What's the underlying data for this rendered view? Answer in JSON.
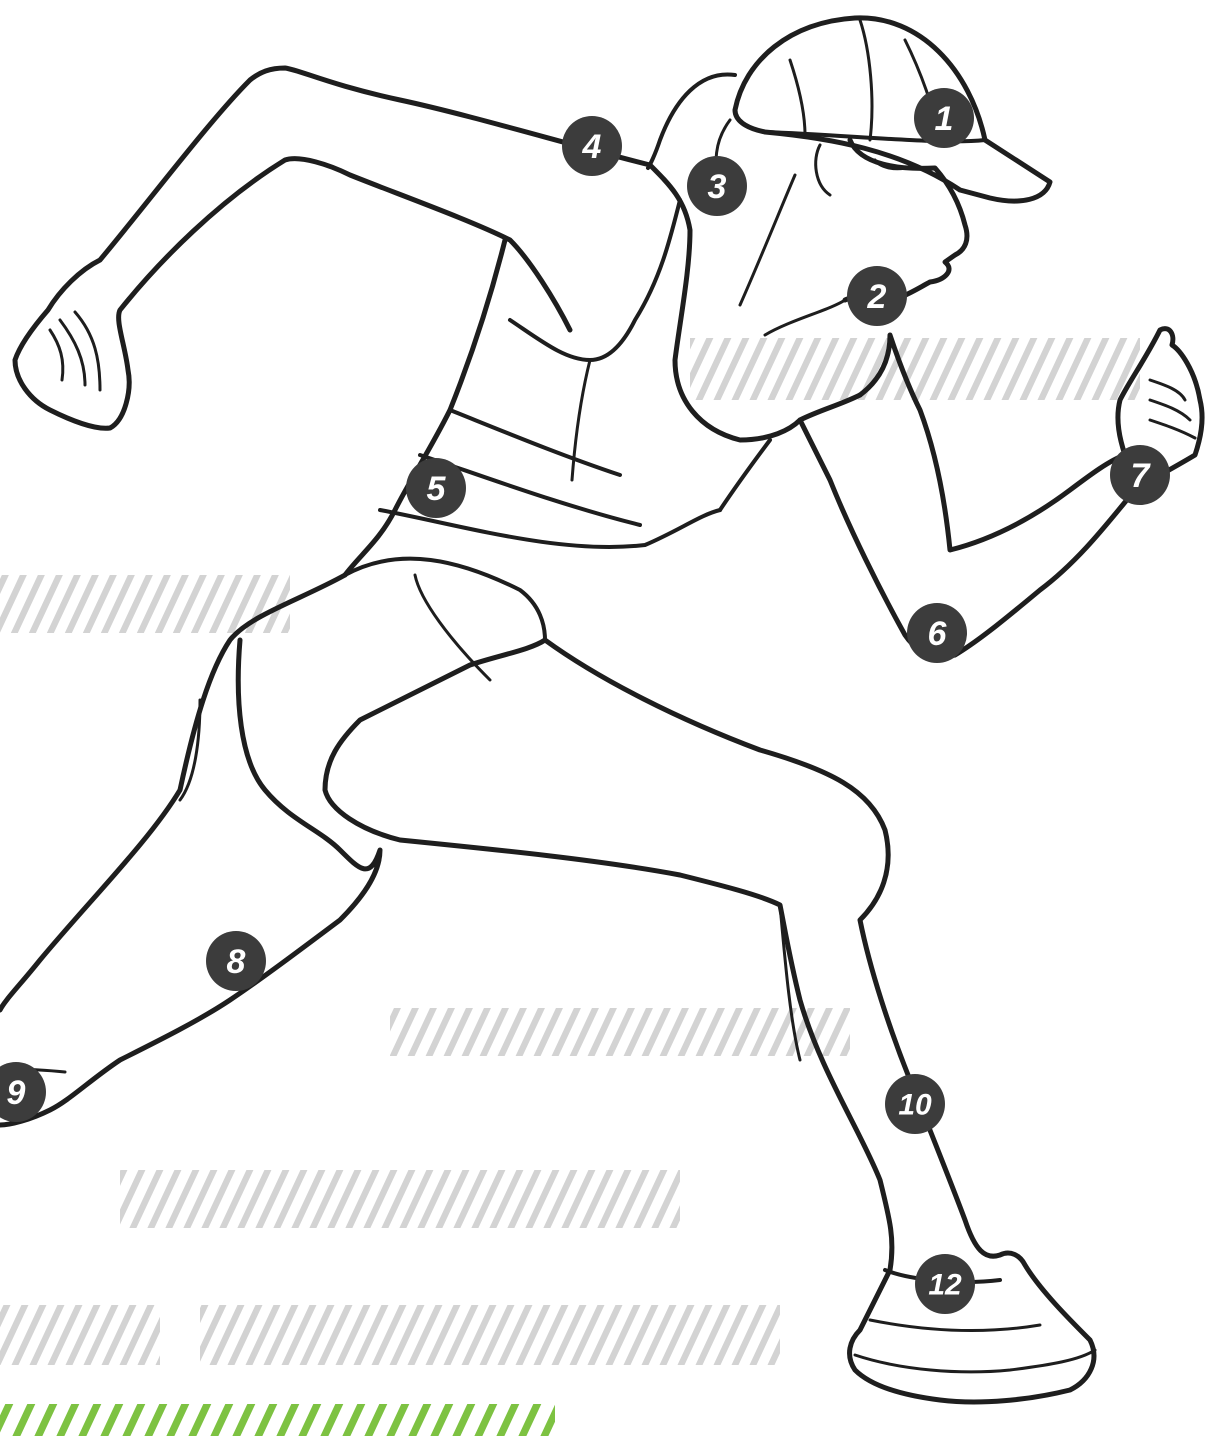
{
  "figure": {
    "subject": "runner line drawing",
    "colors": {
      "line": "#1e1e1e",
      "marker_fill": "#3c3c3c",
      "marker_text": "#ffffff",
      "speed_streak_gray": "#bdbdbd",
      "speed_streak_green": "#7dc242"
    }
  },
  "markers": [
    {
      "id": "1",
      "label": "1"
    },
    {
      "id": "2",
      "label": "2"
    },
    {
      "id": "3",
      "label": "3"
    },
    {
      "id": "4",
      "label": "4"
    },
    {
      "id": "5",
      "label": "5"
    },
    {
      "id": "6",
      "label": "6"
    },
    {
      "id": "7",
      "label": "7"
    },
    {
      "id": "8",
      "label": "8"
    },
    {
      "id": "9",
      "label": "9"
    },
    {
      "id": "10",
      "label": "10"
    },
    {
      "id": "12",
      "label": "12"
    }
  ]
}
